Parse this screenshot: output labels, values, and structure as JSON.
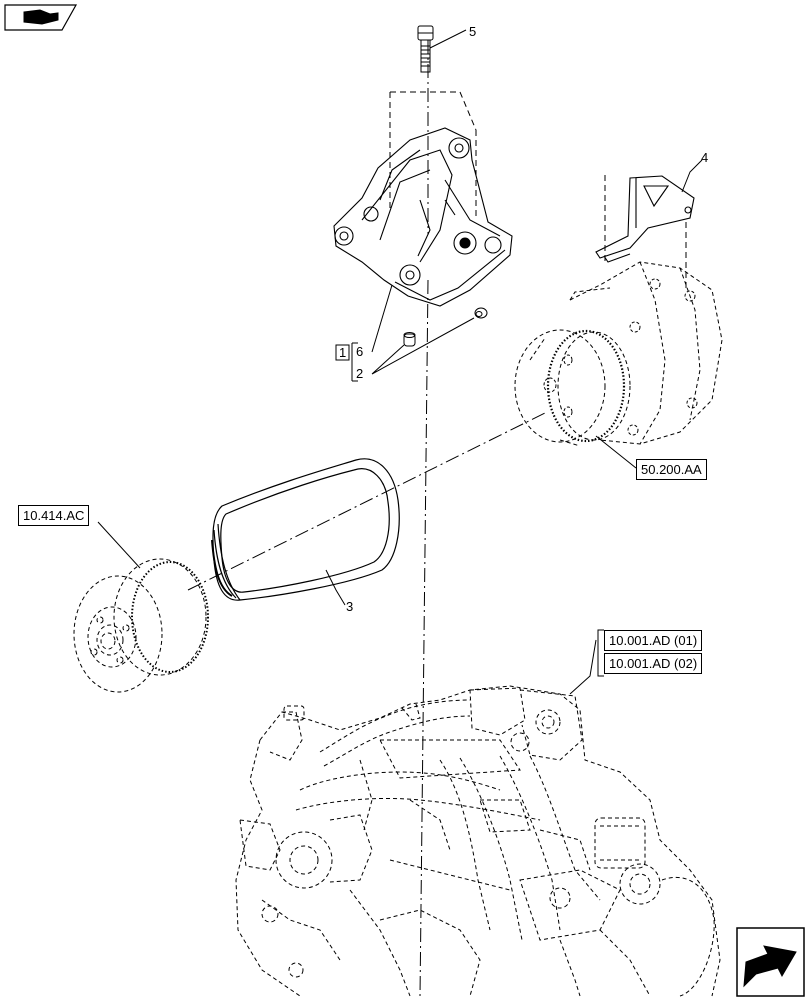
{
  "callouts": {
    "c5": "5",
    "c4": "4",
    "c6": "6",
    "c2": "2",
    "c1": "1",
    "c3": "3"
  },
  "references": {
    "compressor": "50.200.AA",
    "pulley": "10.414.AC",
    "engine_a": "10.001.AD (01)",
    "engine_b": "10.001.AD (02)"
  },
  "icons": {
    "top_left": "book-hand-icon",
    "bottom_right": "next-page-arrow-icon"
  }
}
